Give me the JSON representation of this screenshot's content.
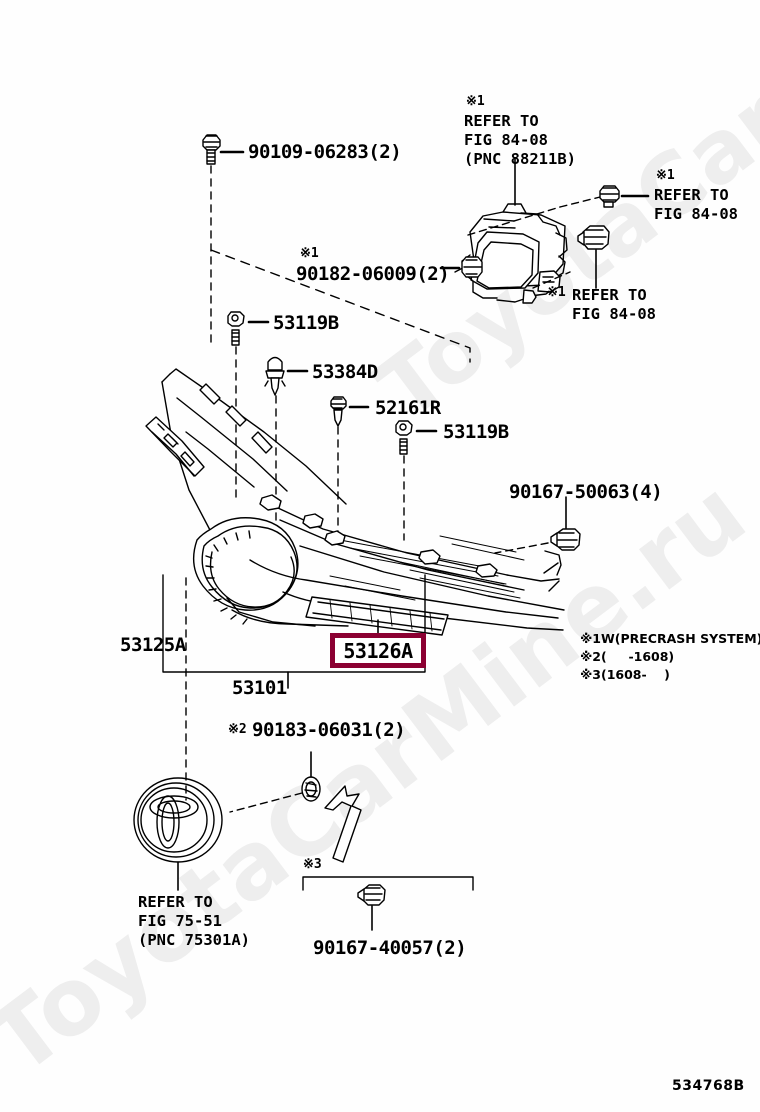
{
  "document": {
    "type": "toyota-parts-diagram",
    "figure_code": "534768B",
    "watermark": "ToyotaCarMine.ru",
    "highlight_color": "#8B0032"
  },
  "highlighted_part": {
    "number": "53126A",
    "label": "53126A"
  },
  "part_labels": [
    {
      "id": "p-90109",
      "text": "90109-06283(2)"
    },
    {
      "id": "p-90182",
      "text": "90182-06009(2)",
      "mark": "※1"
    },
    {
      "id": "p-53119b-top",
      "text": "53119B"
    },
    {
      "id": "p-53384d",
      "text": "53384D"
    },
    {
      "id": "p-52161r",
      "text": "52161R"
    },
    {
      "id": "p-53119b-right",
      "text": "53119B"
    },
    {
      "id": "p-90167-50063",
      "text": "90167-50063(4)"
    },
    {
      "id": "p-53125a",
      "text": "53125A"
    },
    {
      "id": "p-53101",
      "text": "53101"
    },
    {
      "id": "p-90183",
      "text": "90183-06031(2)",
      "mark": "※2"
    },
    {
      "id": "p-90167-40057",
      "text": "90167-40057(2)",
      "mark": "※3"
    }
  ],
  "references": [
    {
      "id": "ref-88211b",
      "mark": "※1",
      "lines": [
        "REFER TO",
        "FIG 84-08",
        "(PNC 88211B)"
      ]
    },
    {
      "id": "ref-8408-right",
      "mark": "※1",
      "lines": [
        "REFER TO",
        "FIG 84-08"
      ]
    },
    {
      "id": "ref-8408-lower",
      "mark": "※1",
      "lines": [
        "REFER TO",
        "FIG 84-08"
      ]
    },
    {
      "id": "ref-75301a",
      "mark": "",
      "lines": [
        "REFER TO",
        "FIG 75-51",
        "(PNC 75301A)"
      ]
    }
  ],
  "legend": {
    "items": [
      {
        "mark": "※1",
        "text": "W(PRECRASH SYSTEM)"
      },
      {
        "mark": "※2",
        "text": "(     -1608)"
      },
      {
        "mark": "※3",
        "text": "(1608-    )"
      }
    ]
  },
  "marks": {
    "m1": "※1",
    "m2": "※2",
    "m3": "※3"
  }
}
